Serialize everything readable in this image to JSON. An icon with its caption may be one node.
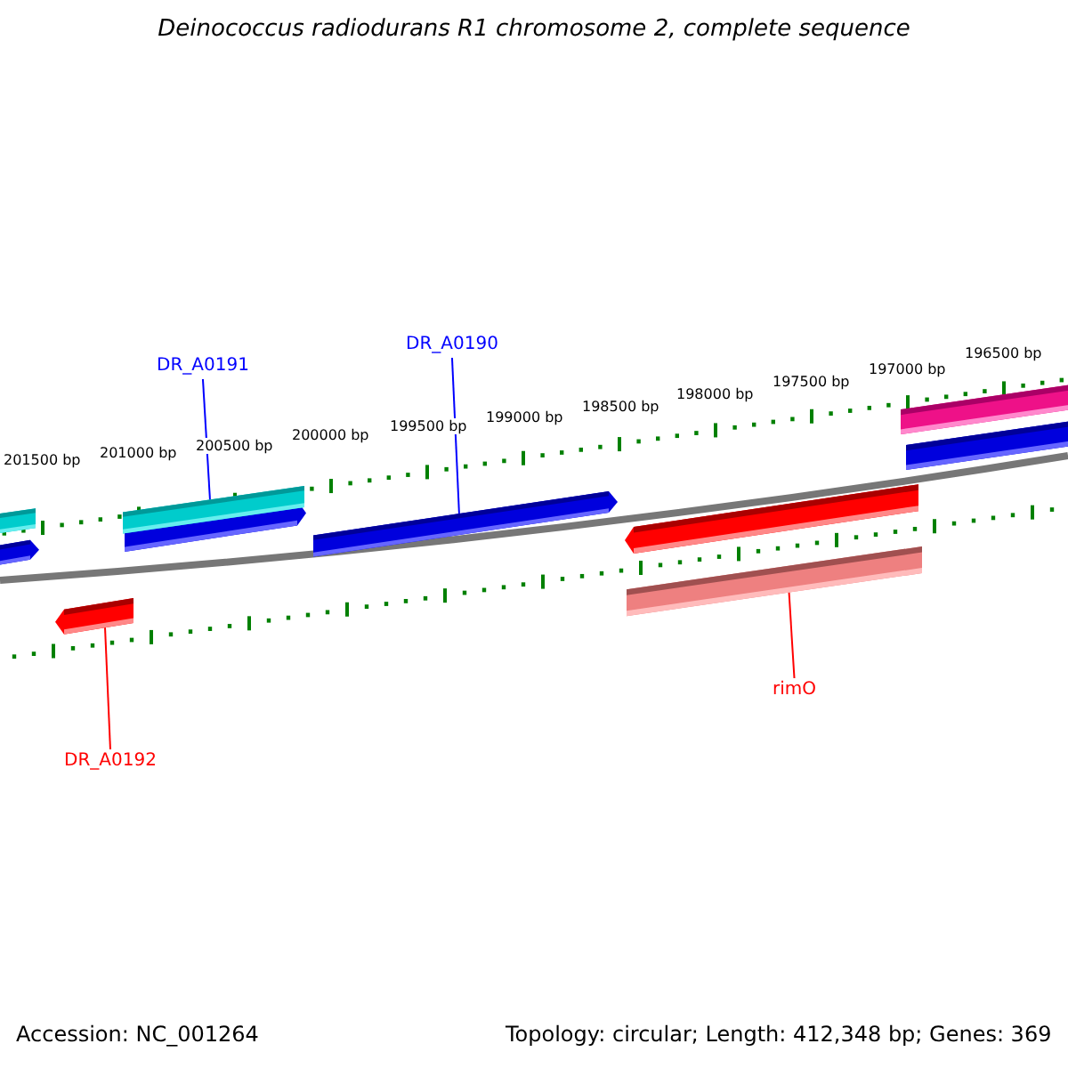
{
  "diagram": {
    "title": "Deinococcus radiodurans R1 chromosome 2, complete sequence",
    "nodes": [
      {
        "text": [
          "DR_A0191"
        ]
      },
      {
        "text": [
          "DR_A0190"
        ]
      },
      {
        "text": [
          "DR_A0192"
        ]
      },
      {
        "text": [
          "rimO"
        ]
      },
      {
        "text": [],
        "shape": "bar"
      },
      {
        "text": [],
        "shape": "bar"
      },
      {
        "text": [],
        "shape": "bar"
      },
      {
        "text": [],
        "shape": "bar"
      }
    ],
    "edges": [
      {
        "from": 0,
        "to": 4,
        "arrow": "none",
        "color": "#0000ff"
      },
      {
        "from": 1,
        "to": 5,
        "arrow": "none",
        "color": "#0000ff"
      },
      {
        "from": 2,
        "to": 6,
        "arrow": "none",
        "color": "#ff0000"
      },
      {
        "from": 3,
        "to": 7,
        "arrow": "none",
        "color": "#ff0000"
      }
    ],
    "labels": [
      "201500 bp",
      "201000 bp",
      "200500 bp",
      "200000 bp",
      "199500 bp",
      "199000 bp",
      "198500 bp",
      "198000 bp",
      "197500 bp",
      "197000 bp",
      "196500 bp",
      "Accession: NC_001264",
      "Topology: circular; Length: 412,348 bp; Genes: 369"
    ]
  }
}
